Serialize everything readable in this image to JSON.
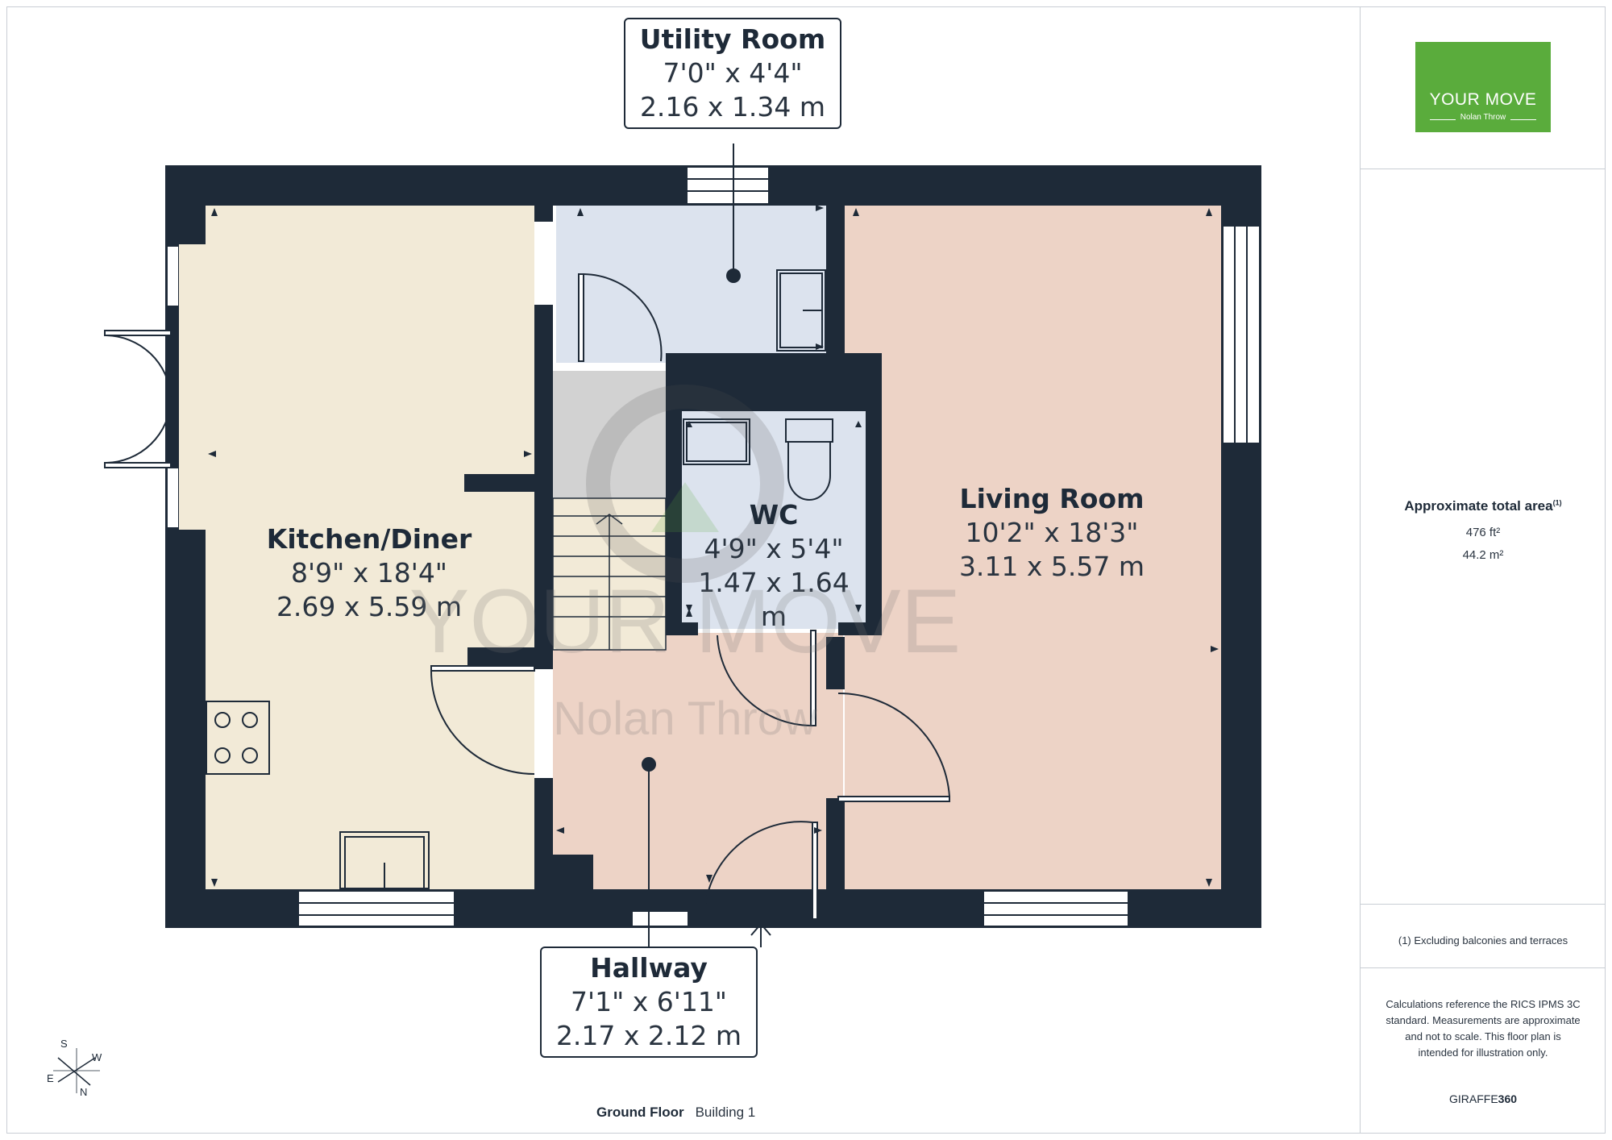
{
  "rooms": {
    "utility": {
      "name": "Utility Room",
      "imperial": "7'0\" x 4'4\"",
      "metric": "2.16 x 1.34 m"
    },
    "kitchen": {
      "name": "Kitchen/Diner",
      "imperial": "8'9\" x 18'4\"",
      "metric": "2.69 x 5.59 m"
    },
    "wc": {
      "name": "WC",
      "imperial": "4'9\" x 5'4\"",
      "metric": "1.47 x 1.64 m"
    },
    "living": {
      "name": "Living Room",
      "imperial": "10'2\" x 18'3\"",
      "metric": "3.11 x 5.57 m"
    },
    "hallway": {
      "name": "Hallway",
      "imperial": "7'1\" x 6'11\"",
      "metric": "2.17 x 2.12 m"
    }
  },
  "watermark": {
    "brand": "YOUR MOVE",
    "branch": "Nolan Throw"
  },
  "logo": {
    "brand": "YOUR MOVE",
    "branch": "Nolan Throw"
  },
  "area": {
    "title": "Approximate total area",
    "note_mark": "(1)",
    "ft2": "476 ft²",
    "m2": "44.2 m²"
  },
  "footnote": "(1) Excluding balconies and terraces",
  "disclaimer": "Calculations reference the RICS IPMS 3C standard. Measurements are approximate and not to scale. This floor plan is intended for illustration only.",
  "provider": {
    "prefix": "GIRAFFE",
    "suffix": "360"
  },
  "floor": {
    "level": "Ground Floor",
    "building": "Building 1"
  },
  "compass": {
    "s": "S",
    "w": "W",
    "e": "E",
    "n": "N"
  },
  "colors": {
    "wall": "#1e2a38",
    "kitchen": "#f2ead7",
    "utility": "#dce3ee",
    "wc": "#dce3ee",
    "living": "#edd3c6",
    "hallway": "#edd3c6",
    "stairs": "#d2d2d2",
    "logo": "#5aac3c"
  }
}
